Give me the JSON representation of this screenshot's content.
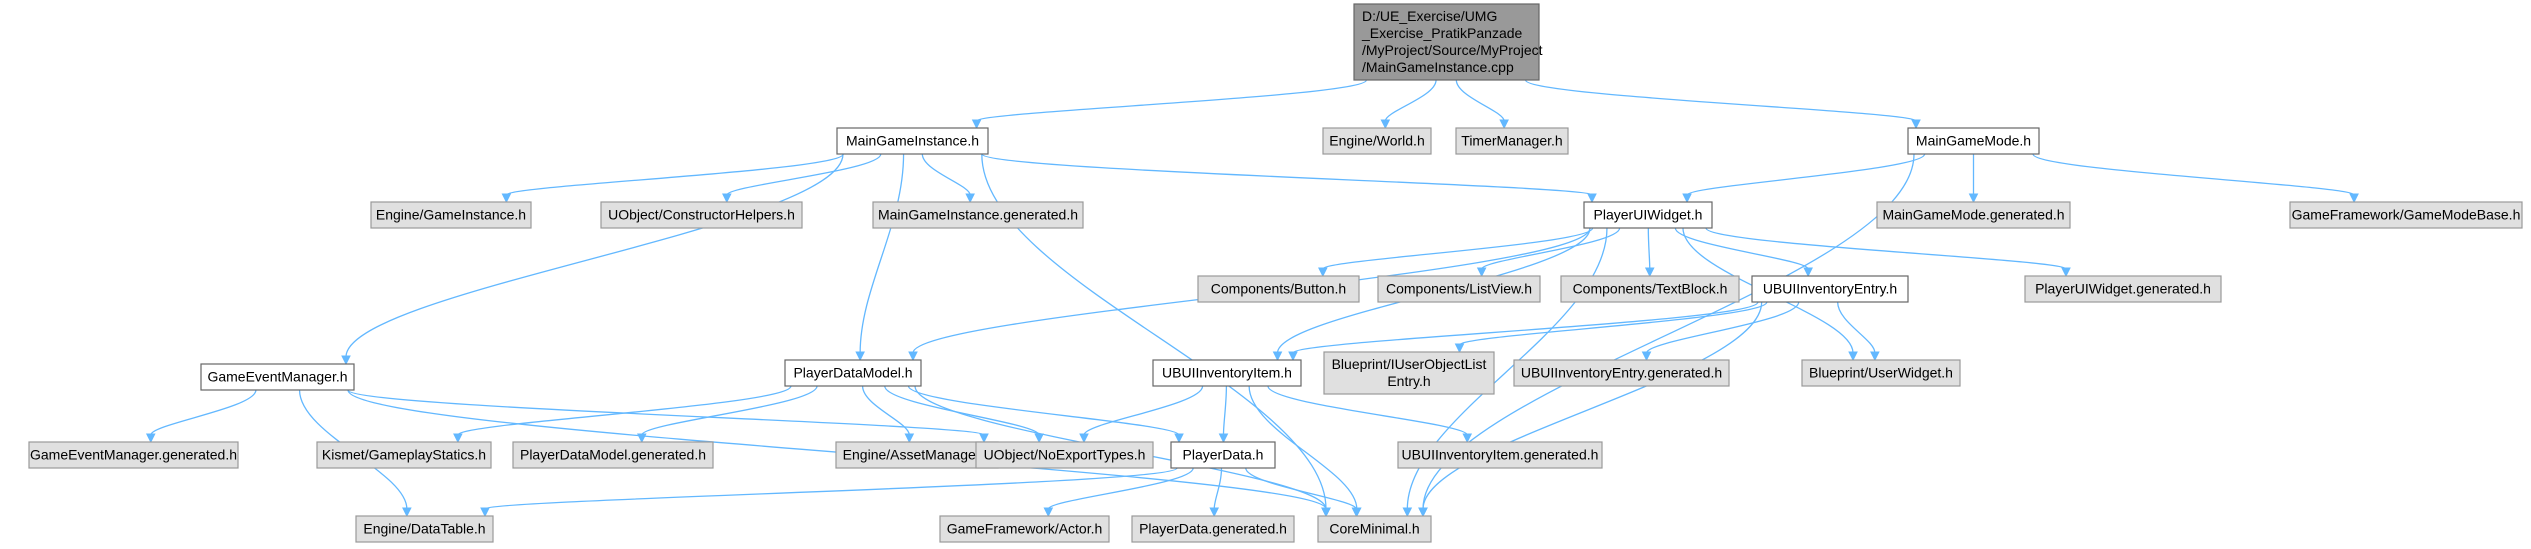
{
  "colors": {
    "root_fill": "#999999",
    "root_stroke": "#666666",
    "local_fill": "#ffffff",
    "local_stroke": "#666666",
    "external_fill": "#e0e0e0",
    "external_stroke": "#999999",
    "edge": "#63B8FF"
  },
  "nodes": [
    {
      "id": "root",
      "lines": [
        "D:/UE_Exercise/UMG",
        "_Exercise_PratikPanzade",
        "/MyProject/Source/MyProject",
        "/MainGameInstance.cpp"
      ],
      "kind": "root"
    },
    {
      "id": "mgi_h",
      "lines": [
        "MainGameInstance.h"
      ],
      "kind": "local"
    },
    {
      "id": "world_h",
      "lines": [
        "Engine/World.h"
      ],
      "kind": "external"
    },
    {
      "id": "timer_h",
      "lines": [
        "TimerManager.h"
      ],
      "kind": "external"
    },
    {
      "id": "mgm_h",
      "lines": [
        "MainGameMode.h"
      ],
      "kind": "local"
    },
    {
      "id": "engine_gi_h",
      "lines": [
        "Engine/GameInstance.h"
      ],
      "kind": "external"
    },
    {
      "id": "ctor_h",
      "lines": [
        "UObject/ConstructorHelpers.h"
      ],
      "kind": "external"
    },
    {
      "id": "mgi_gen_h",
      "lines": [
        "MainGameInstance.generated.h"
      ],
      "kind": "external"
    },
    {
      "id": "puiw_h",
      "lines": [
        "PlayerUIWidget.h"
      ],
      "kind": "local"
    },
    {
      "id": "mgm_gen_h",
      "lines": [
        "MainGameMode.generated.h"
      ],
      "kind": "external"
    },
    {
      "id": "gmbase_h",
      "lines": [
        "GameFramework/GameModeBase.h"
      ],
      "kind": "external"
    },
    {
      "id": "button_h",
      "lines": [
        "Components/Button.h"
      ],
      "kind": "external"
    },
    {
      "id": "listview_h",
      "lines": [
        "Components/ListView.h"
      ],
      "kind": "external"
    },
    {
      "id": "textblock_h",
      "lines": [
        "Components/TextBlock.h"
      ],
      "kind": "external"
    },
    {
      "id": "entry_h",
      "lines": [
        "UBUIInventoryEntry.h"
      ],
      "kind": "local"
    },
    {
      "id": "puiw_gen_h",
      "lines": [
        "PlayerUIWidget.generated.h"
      ],
      "kind": "external"
    },
    {
      "id": "gem_h",
      "lines": [
        "GameEventManager.h"
      ],
      "kind": "local"
    },
    {
      "id": "pdm_h",
      "lines": [
        "PlayerDataModel.h"
      ],
      "kind": "local"
    },
    {
      "id": "item_h",
      "lines": [
        "UBUIInventoryItem.h"
      ],
      "kind": "local"
    },
    {
      "id": "iuol_h",
      "lines": [
        "Blueprint/IUserObjectList",
        "Entry.h"
      ],
      "kind": "external"
    },
    {
      "id": "entry_gen_h",
      "lines": [
        "UBUIInventoryEntry.generated.h"
      ],
      "kind": "external"
    },
    {
      "id": "userwidget_h",
      "lines": [
        "Blueprint/UserWidget.h"
      ],
      "kind": "external"
    },
    {
      "id": "gem_gen_h",
      "lines": [
        "GameEventManager.generated.h"
      ],
      "kind": "external"
    },
    {
      "id": "kismet_h",
      "lines": [
        "Kismet/GameplayStatics.h"
      ],
      "kind": "external"
    },
    {
      "id": "pdm_gen_h",
      "lines": [
        "PlayerDataModel.generated.h"
      ],
      "kind": "external"
    },
    {
      "id": "assetmgr_h",
      "lines": [
        "Engine/AssetManager.h"
      ],
      "kind": "external"
    },
    {
      "id": "noexport_h",
      "lines": [
        "UObject/NoExportTypes.h"
      ],
      "kind": "external"
    },
    {
      "id": "pd_h",
      "lines": [
        "PlayerData.h"
      ],
      "kind": "local"
    },
    {
      "id": "item_gen_h",
      "lines": [
        "UBUIInventoryItem.generated.h"
      ],
      "kind": "external"
    },
    {
      "id": "datatable_h",
      "lines": [
        "Engine/DataTable.h"
      ],
      "kind": "external"
    },
    {
      "id": "actor_h",
      "lines": [
        "GameFramework/Actor.h"
      ],
      "kind": "external"
    },
    {
      "id": "pd_gen_h",
      "lines": [
        "PlayerData.generated.h"
      ],
      "kind": "external"
    },
    {
      "id": "coreminimal_h",
      "lines": [
        "CoreMinimal.h"
      ],
      "kind": "external"
    }
  ],
  "edges": [
    [
      "root",
      "mgi_h"
    ],
    [
      "root",
      "world_h"
    ],
    [
      "root",
      "timer_h"
    ],
    [
      "root",
      "mgm_h"
    ],
    [
      "mgi_h",
      "engine_gi_h"
    ],
    [
      "mgi_h",
      "ctor_h"
    ],
    [
      "mgi_h",
      "mgi_gen_h"
    ],
    [
      "mgi_h",
      "puiw_h"
    ],
    [
      "mgi_h",
      "gem_h"
    ],
    [
      "mgi_h",
      "pdm_h"
    ],
    [
      "mgi_h",
      "coreminimal_h"
    ],
    [
      "mgm_h",
      "puiw_h"
    ],
    [
      "mgm_h",
      "mgm_gen_h"
    ],
    [
      "mgm_h",
      "gmbase_h"
    ],
    [
      "mgm_h",
      "coreminimal_h"
    ],
    [
      "puiw_h",
      "button_h"
    ],
    [
      "puiw_h",
      "listview_h"
    ],
    [
      "puiw_h",
      "textblock_h"
    ],
    [
      "puiw_h",
      "entry_h"
    ],
    [
      "puiw_h",
      "puiw_gen_h"
    ],
    [
      "puiw_h",
      "pdm_h"
    ],
    [
      "puiw_h",
      "item_h"
    ],
    [
      "puiw_h",
      "userwidget_h"
    ],
    [
      "puiw_h",
      "coreminimal_h"
    ],
    [
      "entry_h",
      "item_h"
    ],
    [
      "entry_h",
      "iuol_h"
    ],
    [
      "entry_h",
      "entry_gen_h"
    ],
    [
      "entry_h",
      "userwidget_h"
    ],
    [
      "entry_h",
      "coreminimal_h"
    ],
    [
      "gem_h",
      "gem_gen_h"
    ],
    [
      "gem_h",
      "datatable_h"
    ],
    [
      "gem_h",
      "noexport_h"
    ],
    [
      "gem_h",
      "coreminimal_h"
    ],
    [
      "pdm_h",
      "kismet_h"
    ],
    [
      "pdm_h",
      "pdm_gen_h"
    ],
    [
      "pdm_h",
      "assetmgr_h"
    ],
    [
      "pdm_h",
      "noexport_h"
    ],
    [
      "pdm_h",
      "pd_h"
    ],
    [
      "pdm_h",
      "coreminimal_h"
    ],
    [
      "item_h",
      "noexport_h"
    ],
    [
      "item_h",
      "pd_h"
    ],
    [
      "item_h",
      "item_gen_h"
    ],
    [
      "item_h",
      "coreminimal_h"
    ],
    [
      "pd_h",
      "datatable_h"
    ],
    [
      "pd_h",
      "actor_h"
    ],
    [
      "pd_h",
      "pd_gen_h"
    ],
    [
      "pd_h",
      "coreminimal_h"
    ]
  ]
}
